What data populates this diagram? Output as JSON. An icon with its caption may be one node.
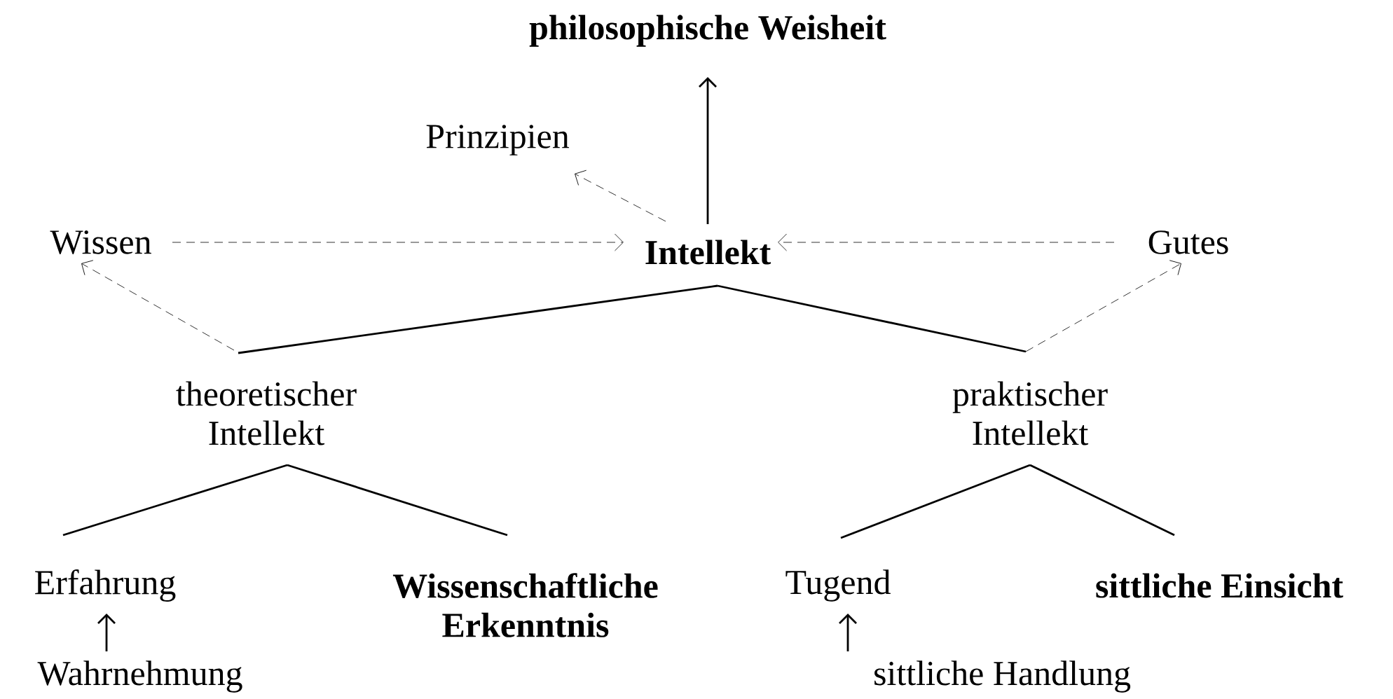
{
  "diagram": {
    "nodes": [
      {
        "text": [
          "philosophische Weisheit"
        ]
      },
      {
        "text": [
          "Prinzipien"
        ]
      },
      {
        "text": [
          "Wissen"
        ]
      },
      {
        "text": [
          "Intellekt"
        ]
      },
      {
        "text": [
          "Gutes"
        ]
      },
      {
        "text": [
          "theoretischer Intellekt"
        ]
      },
      {
        "text": [
          "praktischer Intellekt"
        ]
      },
      {
        "text": [
          "Erfahrung"
        ]
      },
      {
        "text": [
          "Wissenschaftliche Erkenntnis"
        ]
      },
      {
        "text": [
          "Tugend"
        ]
      },
      {
        "text": [
          "sittliche Einsicht"
        ]
      },
      {
        "text": [
          "Wahrnehmung"
        ]
      },
      {
        "text": [
          "sittliche Handlung"
        ]
      }
    ],
    "edges": [
      {
        "from": 3,
        "to": 0,
        "arrow": "to"
      },
      {
        "from": 3,
        "to": 1,
        "arrow": "to",
        "style": "dashed"
      },
      {
        "from": 2,
        "to": 3,
        "arrow": "to",
        "style": "dashed"
      },
      {
        "from": 4,
        "to": 3,
        "arrow": "to",
        "style": "dashed"
      },
      {
        "from": 3,
        "to": 5,
        "arrow": "none"
      },
      {
        "from": 3,
        "to": 6,
        "arrow": "none"
      },
      {
        "from": 5,
        "to": 2,
        "arrow": "to",
        "style": "dashed"
      },
      {
        "from": 6,
        "to": 4,
        "arrow": "to",
        "style": "dashed"
      },
      {
        "from": 5,
        "to": 7,
        "arrow": "none"
      },
      {
        "from": 5,
        "to": 8,
        "arrow": "none"
      },
      {
        "from": 6,
        "to": 9,
        "arrow": "none"
      },
      {
        "from": 6,
        "to": 10,
        "arrow": "none"
      },
      {
        "from": 11,
        "to": 7,
        "arrow": "to"
      },
      {
        "from": 12,
        "to": 9,
        "arrow": "to"
      }
    ]
  }
}
